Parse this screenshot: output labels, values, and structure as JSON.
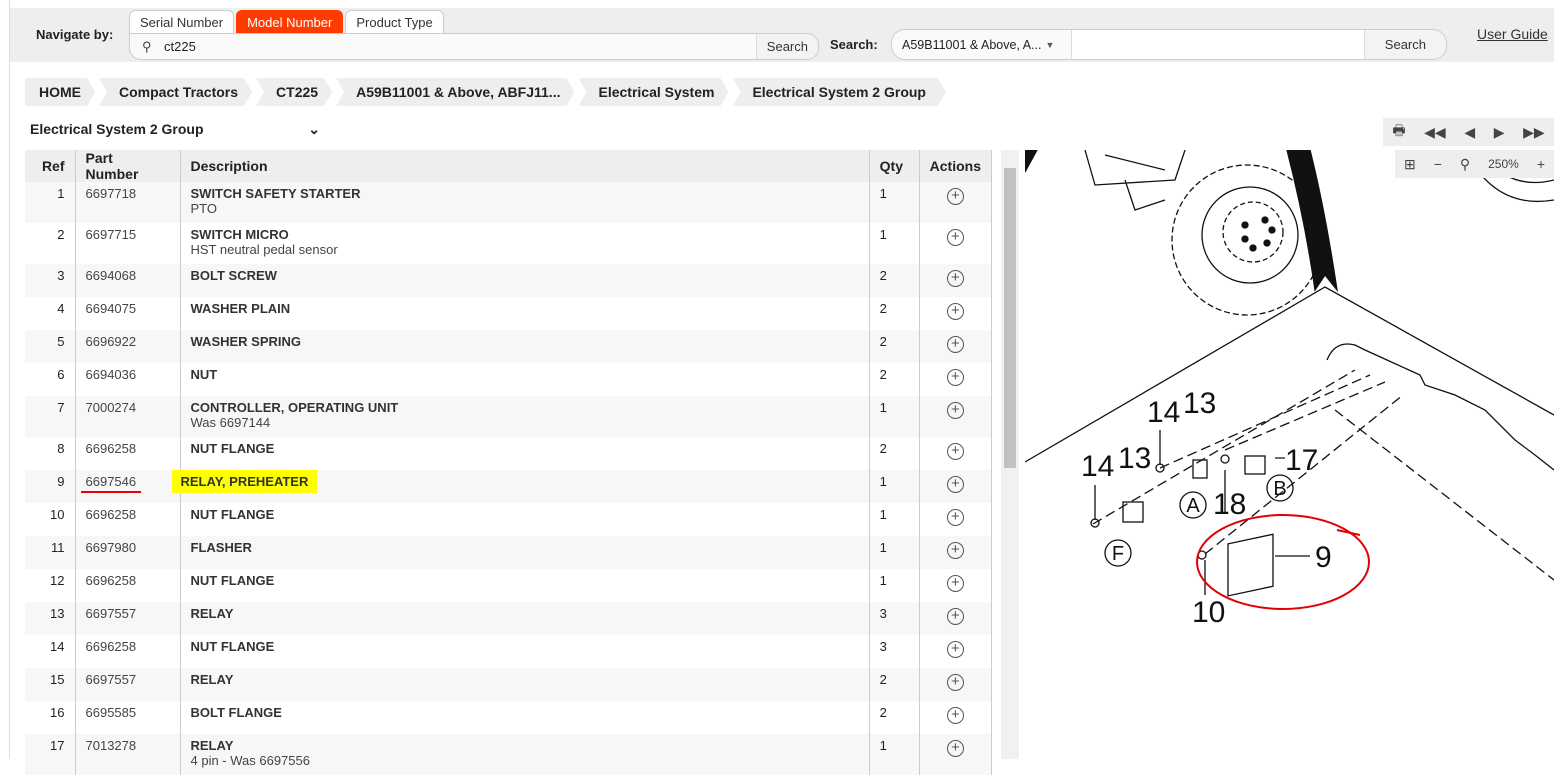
{
  "nav": {
    "label": "Navigate by:",
    "tabs": [
      {
        "label": "Serial Number"
      },
      {
        "label": "Model Number"
      },
      {
        "label": "Product Type"
      }
    ],
    "search_value": "ct225",
    "search_button": "Search"
  },
  "search": {
    "label": "Search:",
    "selected": "A59B11001 & Above, A...",
    "button": "Search"
  },
  "user_guide": "User Guide",
  "breadcrumbs": [
    "HOME",
    "Compact Tractors",
    "CT225",
    "A59B11001 & Above, ABFJ11...",
    "Electrical System",
    "Electrical System 2 Group"
  ],
  "group_select": "Electrical System 2 Group",
  "table": {
    "headers": {
      "ref": "Ref",
      "part": "Part Number",
      "desc": "Description",
      "qty": "Qty",
      "actions": "Actions"
    },
    "rows": [
      {
        "ref": "1",
        "part": "6697718",
        "desc": "SWITCH SAFETY STARTER",
        "sub": "PTO",
        "qty": "1"
      },
      {
        "ref": "2",
        "part": "6697715",
        "desc": "SWITCH MICRO",
        "sub": "HST neutral pedal sensor",
        "qty": "1"
      },
      {
        "ref": "3",
        "part": "6694068",
        "desc": "BOLT SCREW",
        "qty": "2"
      },
      {
        "ref": "4",
        "part": "6694075",
        "desc": "WASHER PLAIN",
        "qty": "2"
      },
      {
        "ref": "5",
        "part": "6696922",
        "desc": "WASHER SPRING",
        "qty": "2"
      },
      {
        "ref": "6",
        "part": "6694036",
        "desc": "NUT",
        "qty": "2"
      },
      {
        "ref": "7",
        "part": "7000274",
        "desc": "CONTROLLER, OPERATING UNIT",
        "sub": "Was 6697144",
        "qty": "1"
      },
      {
        "ref": "8",
        "part": "6696258",
        "desc": "NUT FLANGE",
        "qty": "2"
      },
      {
        "ref": "9",
        "part": "6697546",
        "desc": "RELAY, PREHEATER",
        "qty": "1",
        "highlight": true
      },
      {
        "ref": "10",
        "part": "6696258",
        "desc": "NUT FLANGE",
        "qty": "1"
      },
      {
        "ref": "11",
        "part": "6697980",
        "desc": "FLASHER",
        "qty": "1"
      },
      {
        "ref": "12",
        "part": "6696258",
        "desc": "NUT FLANGE",
        "qty": "1"
      },
      {
        "ref": "13",
        "part": "6697557",
        "desc": "RELAY",
        "qty": "3"
      },
      {
        "ref": "14",
        "part": "6696258",
        "desc": "NUT FLANGE",
        "qty": "3"
      },
      {
        "ref": "15",
        "part": "6697557",
        "desc": "RELAY",
        "qty": "2"
      },
      {
        "ref": "16",
        "part": "6695585",
        "desc": "BOLT FLANGE",
        "qty": "2"
      },
      {
        "ref": "17",
        "part": "7013278",
        "desc": "RELAY",
        "sub": "4 pin - Was 6697556",
        "qty": "1"
      }
    ]
  },
  "viewer": {
    "zoom": "250%",
    "callouts": [
      "14",
      "13",
      "14",
      "13",
      "17",
      "18",
      "9",
      "10",
      "A",
      "B",
      "F"
    ]
  },
  "colors": {
    "accent": "#ff3b00",
    "highlight": "#ffff00",
    "annotation": "#e00000"
  }
}
